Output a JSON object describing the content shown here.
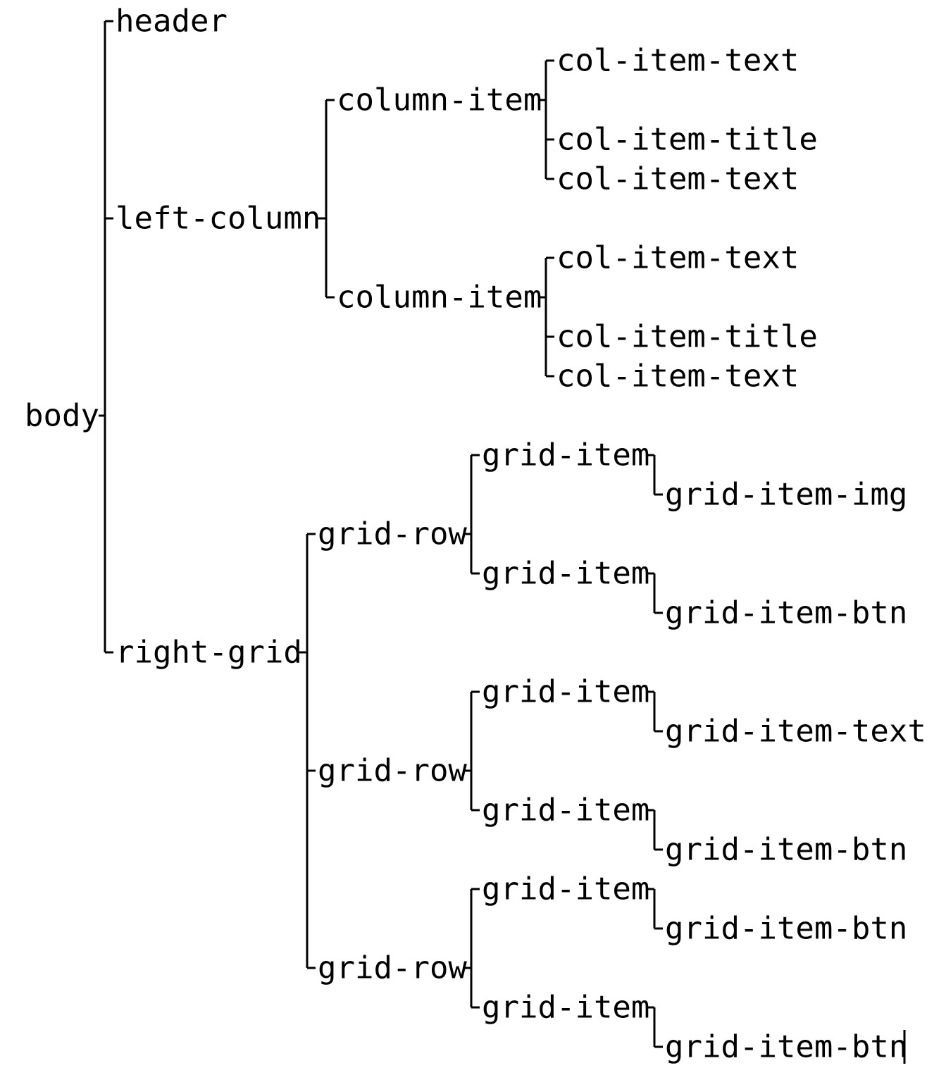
{
  "tree": {
    "label": "body",
    "children": [
      {
        "label": "header"
      },
      {
        "label": "left-column",
        "children": [
          {
            "label": "column-item",
            "children": [
              {
                "label": "col-item-text"
              },
              {
                "label": "col-item-title"
              },
              {
                "label": "col-item-text"
              }
            ]
          },
          {
            "label": "column-item",
            "children": [
              {
                "label": "col-item-text"
              },
              {
                "label": "col-item-title"
              },
              {
                "label": "col-item-text"
              }
            ]
          }
        ]
      },
      {
        "label": "right-grid",
        "children": [
          {
            "label": "grid-row",
            "children": [
              {
                "label": "grid-item",
                "children": [
                  {
                    "label": "grid-item-img"
                  }
                ]
              },
              {
                "label": "grid-item",
                "children": [
                  {
                    "label": "grid-item-btn"
                  }
                ]
              }
            ]
          },
          {
            "label": "grid-row",
            "children": [
              {
                "label": "grid-item",
                "children": [
                  {
                    "label": "grid-item-text"
                  }
                ]
              },
              {
                "label": "grid-item",
                "children": [
                  {
                    "label": "grid-item-btn"
                  }
                ]
              }
            ]
          },
          {
            "label": "grid-row",
            "children": [
              {
                "label": "grid-item",
                "children": [
                  {
                    "label": "grid-item-btn"
                  }
                ]
              },
              {
                "label": "grid-item",
                "children": [
                  {
                    "label": "grid-item-btn"
                  }
                ]
              }
            ]
          }
        ]
      }
    ]
  }
}
